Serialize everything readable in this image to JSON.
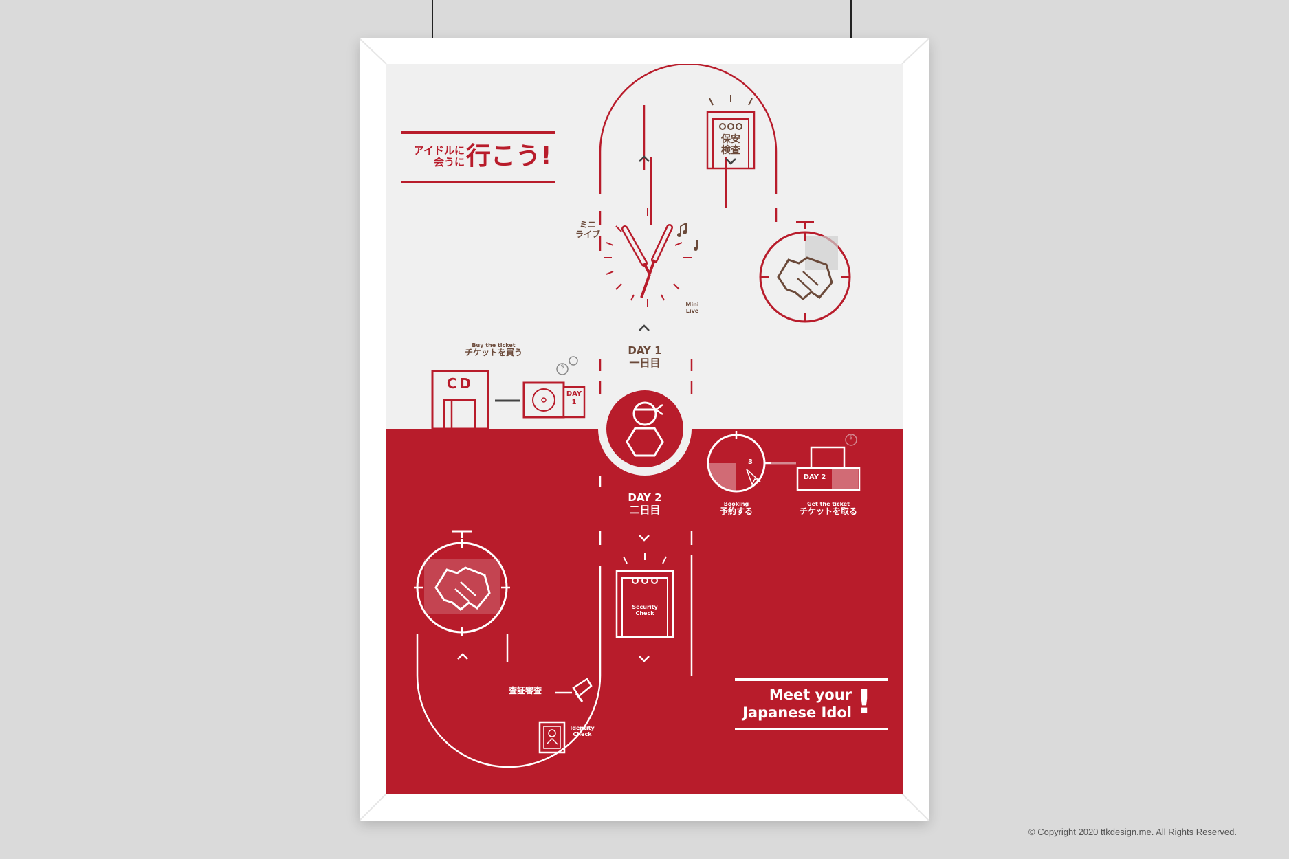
{
  "title_jp": {
    "line1": "アイドルに",
    "line2": "会うに",
    "big": "行こう!"
  },
  "title_en": {
    "line1": "Meet your",
    "line2": "Japanese Idol",
    "mark": "!"
  },
  "top_security": {
    "jp_line1": "保安",
    "jp_line2": "検査"
  },
  "mini_live": {
    "jp_line1": "ミニ",
    "jp_line2": "ライブ",
    "en_line1": "Mini",
    "en_line2": "Live"
  },
  "day1": {
    "en": "DAY 1",
    "jp": "一日目"
  },
  "day2": {
    "en": "DAY 2",
    "jp": "二日目"
  },
  "buy_ticket": {
    "en": "Buy the ticket",
    "jp": "チケットを買う",
    "store_label": "CD",
    "ticket_line1": "DAY",
    "ticket_line2": "1",
    "coin": "$"
  },
  "booking": {
    "en": "Booking",
    "jp": "予約する",
    "number": "3"
  },
  "get_ticket": {
    "en": "Get the ticket",
    "jp": "チケットを取る",
    "ticket_label": "DAY 2",
    "coin": "$"
  },
  "bottom_security": {
    "en_line1": "Security",
    "en_line2": "Check"
  },
  "identity": {
    "jp": "查証審查",
    "en_line1": "Identity",
    "en_line2": "Check"
  },
  "copyright": "© Copyright 2020 ttkdesign.me. All Rights Reserved.",
  "colors": {
    "red": "#b81c2b",
    "paper": "#f0f0f0",
    "brown": "#6b4a3a",
    "wall": "#dadada"
  }
}
